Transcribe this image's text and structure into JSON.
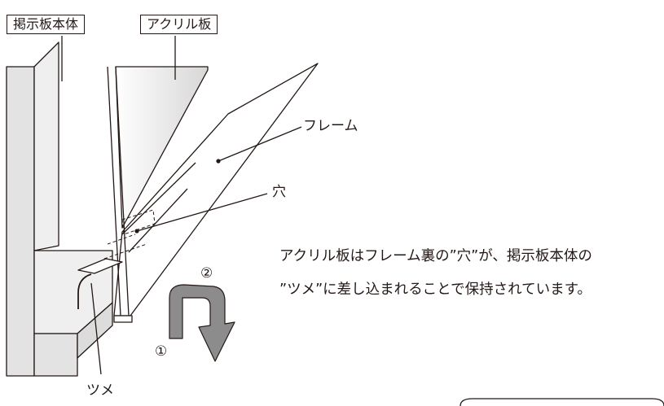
{
  "labels": {
    "board_body": "掲示板本体",
    "acrylic": "アクリル板",
    "frame": "フレーム",
    "hole": "穴",
    "tab": "ツメ"
  },
  "steps": {
    "step1": "①",
    "step2": "②"
  },
  "caption": {
    "line1": "アクリル板はフレーム裏の”穴”が、掲示板本体の",
    "line2": "”ツメ”に差し込まれることで保持されています。"
  },
  "colors": {
    "line": "#231815",
    "panel_gray": "#e3e3e3",
    "arrow_gray": "#8c8c8c"
  }
}
